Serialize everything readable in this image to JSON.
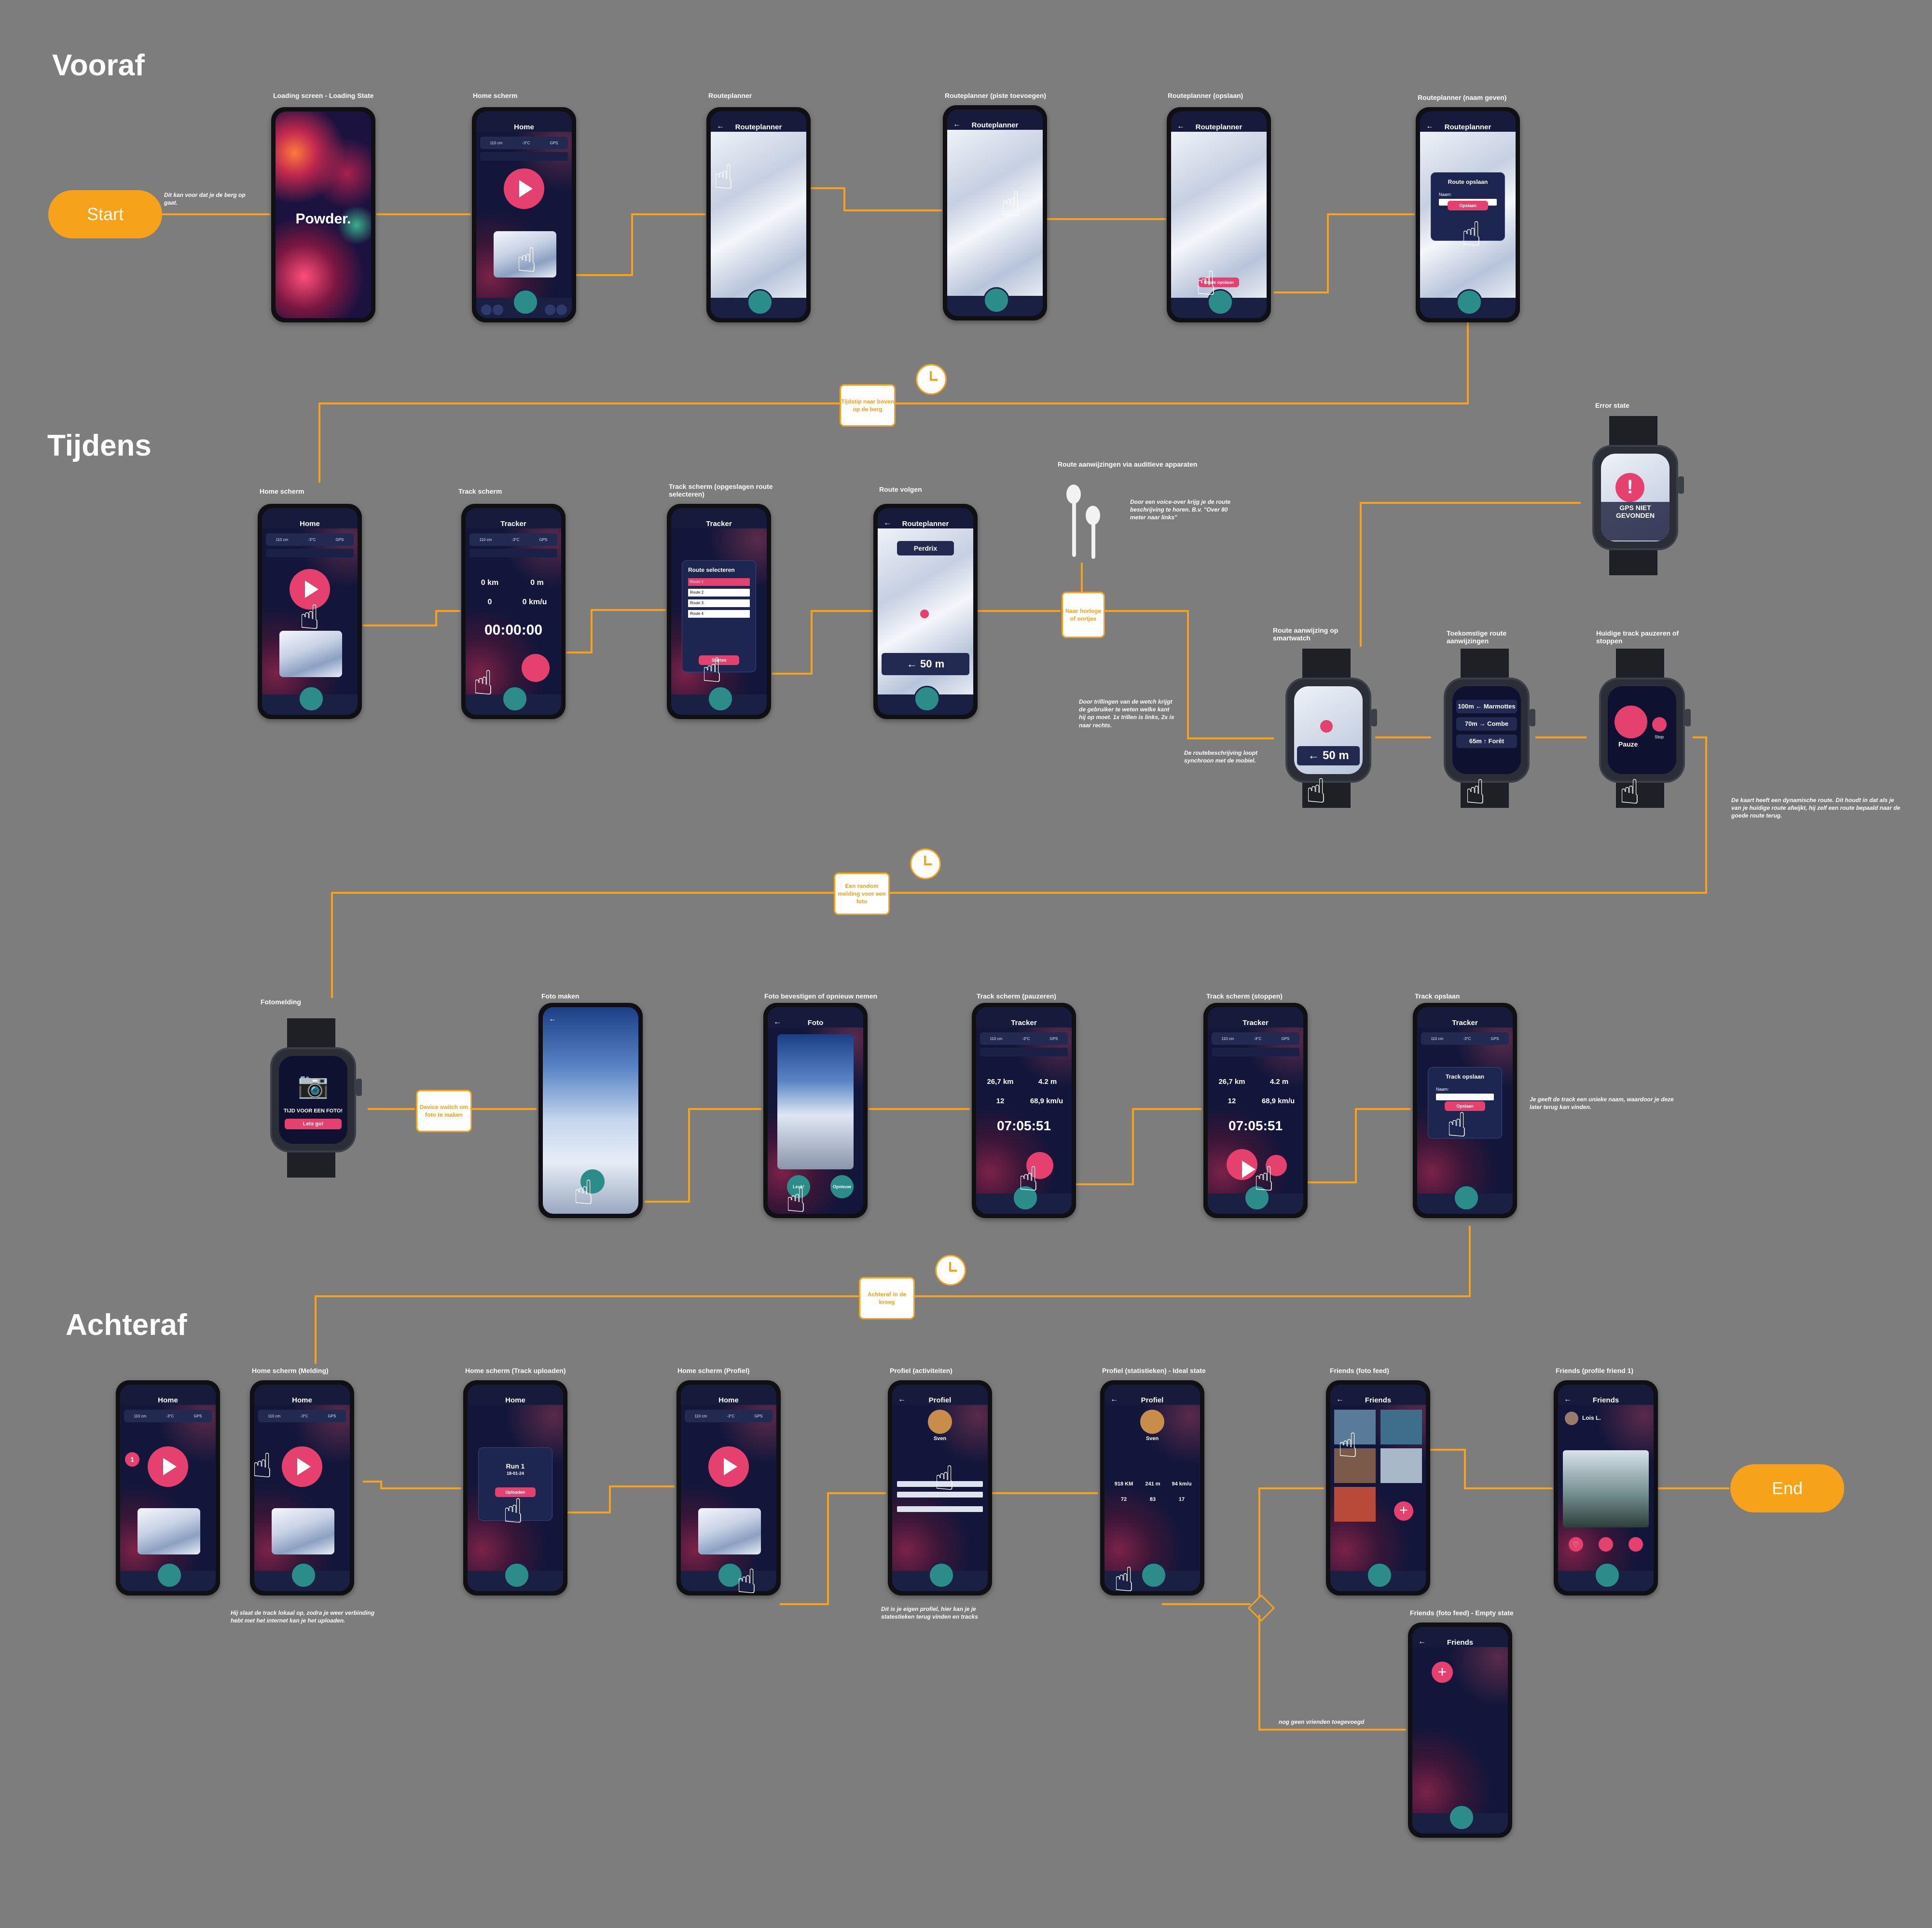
{
  "colors": {
    "background": "#7d7d7d",
    "flow": "#f7a21b",
    "accent": "#e6416e",
    "screen": "#12163a"
  },
  "sections": {
    "vooraf": "Vooraf",
    "tijdens": "Tijdens",
    "achteraf": "Achteraf"
  },
  "terminals": {
    "start": "Start",
    "end": "End"
  },
  "captions": {
    "loading": "Loading screen - Loading State",
    "home": "Home scherm",
    "rp1": "Routeplanner",
    "rp2": "Routeplanner (piste toevoegen)",
    "rp3": "Routeplanner (opslaan)",
    "rp4": "Routeplanner (naam geven)",
    "home2": "Home scherm",
    "track": "Track scherm",
    "tracksel": "Track scherm (opgeslagen route selecteren)",
    "routevolgen": "Route volgen",
    "audio": "Route aanwijzingen via auditieve apparaten",
    "error": "Error state",
    "w1": "Route aanwijzing op smartwatch",
    "w2": "Toekomstige route aanwijzingen",
    "w3": "Huidige track pauzeren of stoppen",
    "fotomelding": "Fotomelding",
    "fotomaken": "Foto maken",
    "fotobevestigen": "Foto bevestigen of opnieuw nemen",
    "trackpauze": "Track scherm (pauzeren)",
    "trackstop": "Track scherm (stoppen)",
    "trackopslaan": "Track opslaan",
    "homemelding": "Home scherm (Melding)",
    "hometrack": "Home scherm (Track uploaden)",
    "homeprofiel": "Home scherm (Profiel)",
    "profact": "Profiel (activiteiten)",
    "profstat": "Profiel (statistieken) - Ideal state",
    "friendsfeed": "Friends (foto feed)",
    "friendsprofile": "Friends (profile friend 1)",
    "friendsempty": "Friends (foto feed) - Empty state"
  },
  "notes": {
    "n1": "Dit kan voor dat je de berg op gaat.",
    "n2": "Door een voice-over krijg je de route beschrijving te horen. B.v. \"Over 80 meter naar links\"",
    "n3": "Door trillingen van de wetch krijgt de gebruiker te weten welke kant hij op moet. 1x trillen is links, 2x is naar rechts.",
    "n4": "De routebeschrijving loopt synchroon met de mobiel.",
    "n5": "De kaart heeft een dynamische route. Dit houdt in dat als je van je huidige route afwijkt, hij zelf een route bepaald naar de goede route terug.",
    "n6": "Je geeft de track een unieke naam, waardoor je deze later terug kan vinden.",
    "n7": "Hij slaat de track lokaal op, zodra je weer verbinding hebt met het internet kan je het uploaden.",
    "n8": "Dit is je eigen profiel, hier kan je je statestieken terug vinden en tracks",
    "n9": "nog geen vrienden toegevoegd"
  },
  "flowboxes": {
    "b1": "Tijdstip naar boven op de berg",
    "b2": "Naar horloge of oortjes",
    "b3": "Een random melding voor een foto",
    "b4": "Device switch om foto te maken",
    "b5": "Achteraf in de kroeg"
  },
  "screens": {
    "powder": "Powder.",
    "home": "Home",
    "routeplanner": "Routeplanner",
    "tracker": "Tracker",
    "foto": "Foto",
    "profiel": "Profiel",
    "friends": "Friends",
    "stats": {
      "snow": "110 cm",
      "temp": "-3°C",
      "gps": "GPS"
    },
    "route_opslaan": "Route opslaan",
    "naam": "Naam:",
    "opslaan": "Opslaan",
    "route_selecteren": "Route selecteren",
    "routes": [
      "Route 1",
      "Route 2",
      "Route 3",
      "Route 4"
    ],
    "starten": "Starten",
    "km0": "0 km",
    "m0": "0 m",
    "zero": "0",
    "kmu0": "0 km/u",
    "timer0": "00:00:00",
    "perdrix": "Perdrix",
    "dist50": "50 m",
    "gps_error": "GPS NIET GEVONDEN",
    "future": [
      "100m ← Marmottes",
      "70m → Combe",
      "65m ↑ Forêt"
    ],
    "pauze": "Pauze",
    "stop": "Stop",
    "foto_tijd": "TIJD VOOR EEN FOTO!",
    "lets_go": "Lets go!",
    "leuk": "Leuk!",
    "opnieuw": "Opnieuw",
    "km267": "26,7 km",
    "km42": "4.2 m",
    "n12": "12",
    "kmu689": "68,9 km/u",
    "timer1": "07:05:51",
    "track_opslaan": "Track opslaan",
    "run1": "Run 1",
    "date": "18-01-24",
    "uploaden": "Uploaden",
    "sven": "Sven",
    "s918": "918 KM",
    "s241": "241 m",
    "s94": "94 km/u",
    "s72": "72",
    "s83": "83",
    "s17": "17",
    "lois": "Lois L.",
    "badge": "1"
  }
}
